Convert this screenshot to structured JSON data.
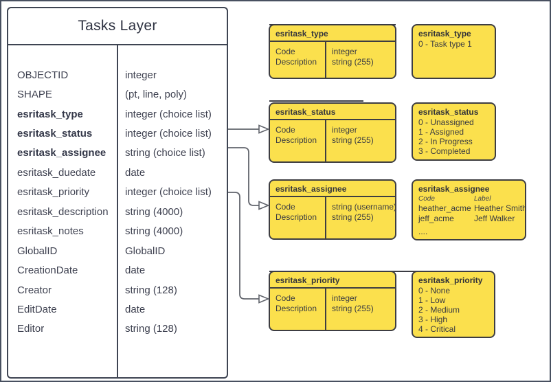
{
  "colors": {
    "yellow_fill": "#fbe04d",
    "yellow_border": "#3d3d42",
    "table_border": "#3e4452",
    "text_dark": "#3e4150",
    "connector_gray": "#61646c"
  },
  "main_table": {
    "title": "Tasks Layer",
    "fields": [
      {
        "name": "OBJECTID",
        "type": "integer"
      },
      {
        "name": "SHAPE",
        "type": "(pt, line, poly)"
      },
      {
        "name": "esritask_type",
        "type": "integer (choice list)"
      },
      {
        "name": "esritask_status",
        "type": "integer (choice list)"
      },
      {
        "name": "esritask_assignee",
        "type": "string (choice list)"
      },
      {
        "name": "esritask_duedate",
        "type": "date"
      },
      {
        "name": "esritask_priority",
        "type": "integer (choice list)"
      },
      {
        "name": "esritask_description",
        "type": "string (4000)"
      },
      {
        "name": "esritask_notes",
        "type": "string (4000)"
      },
      {
        "name": "GlobalID",
        "type": "GlobalID"
      },
      {
        "name": "CreationDate",
        "type": "date"
      },
      {
        "name": "Creator",
        "type": "string (128)"
      },
      {
        "name": "EditDate",
        "type": "date"
      },
      {
        "name": "Editor",
        "type": "string (128)"
      }
    ]
  },
  "schema_boxes": [
    {
      "title": "esritask_type",
      "rows": [
        {
          "field": "Code",
          "type": "integer"
        },
        {
          "field": "Description",
          "type": "string (255)"
        }
      ]
    },
    {
      "title": "esritask_status",
      "rows": [
        {
          "field": "Code",
          "type": "integer"
        },
        {
          "field": "Description",
          "type": "string (255)"
        }
      ]
    },
    {
      "title": "esritask_assignee",
      "rows": [
        {
          "field": "Code",
          "type": "string (username)"
        },
        {
          "field": "Description",
          "type": "string (255)"
        }
      ]
    },
    {
      "title": "esritask_priority",
      "rows": [
        {
          "field": "Code",
          "type": "integer"
        },
        {
          "field": "Description",
          "type": "string (255)"
        }
      ]
    }
  ],
  "value_boxes": [
    {
      "title": "esritask_type",
      "values": [
        "0 - Task type 1"
      ]
    },
    {
      "title": "esritask_status",
      "values": [
        "0 - Unassigned",
        "1 - Assigned",
        "2 - In Progress",
        "3 - Completed"
      ]
    },
    {
      "title": "esritask_assignee",
      "col_headers": {
        "code": "Code",
        "label": "Label"
      },
      "entries": [
        {
          "code": "heather_acme",
          "label": "Heather Smith"
        },
        {
          "code": "jeff_acme",
          "label": "Jeff Walker"
        }
      ],
      "more": "...."
    },
    {
      "title": "esritask_priority",
      "values": [
        "0 - None",
        "1 - Low",
        "2 - Medium",
        "3 - High",
        "4 - Critical"
      ]
    }
  ]
}
